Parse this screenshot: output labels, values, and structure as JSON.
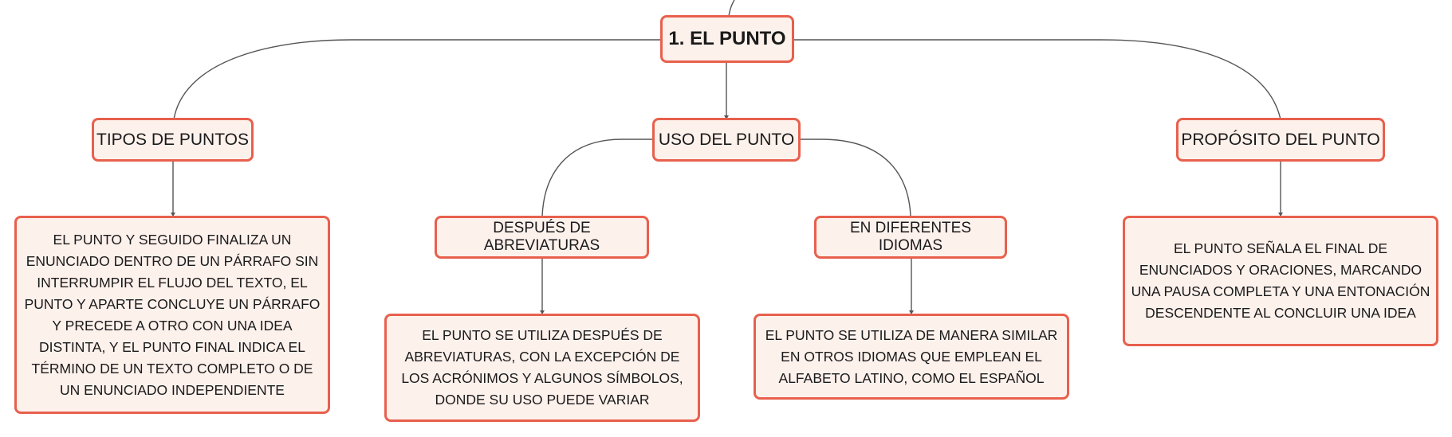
{
  "diagram": {
    "root": {
      "label": "1. EL PUNTO"
    },
    "branches": [
      {
        "label": "TIPOS DE PUNTOS",
        "children": [
          {
            "text": "EL PUNTO Y SEGUIDO FINALIZA UN ENUNCIADO DENTRO DE UN PÁRRAFO SIN INTERRUMPIR EL FLUJO DEL TEXTO, EL PUNTO Y APARTE CONCLUYE UN PÁRRAFO Y PRECEDE A OTRO CON UNA IDEA DISTINTA, Y EL PUNTO FINAL INDICA EL TÉRMINO DE UN TEXTO COMPLETO O DE UN ENUNCIADO INDEPENDIENTE"
          }
        ]
      },
      {
        "label": "USO DEL PUNTO",
        "children": [
          {
            "label": "DESPUÉS DE ABREVIATURAS",
            "detail": "EL PUNTO SE UTILIZA DESPUÉS DE ABREVIATURAS, CON LA EXCEPCIÓN DE LOS ACRÓNIMOS Y ALGUNOS SÍMBOLOS, DONDE SU USO PUEDE VARIAR"
          },
          {
            "label": "EN DIFERENTES IDIOMAS",
            "detail": "EL PUNTO SE UTILIZA DE MANERA SIMILAR EN OTROS IDIOMAS QUE EMPLEAN EL ALFABETO LATINO, COMO EL ESPAÑOL"
          }
        ]
      },
      {
        "label": "PROPÓSITO DEL PUNTO",
        "children": [
          {
            "text": "EL PUNTO SEÑALA EL FINAL DE ENUNCIADOS Y ORACIONES, MARCANDO UNA PAUSA COMPLETA Y UNA ENTONACIÓN DESCENDENTE AL CONCLUIR UNA IDEA"
          }
        ]
      }
    ],
    "colors": {
      "node_border": "#e8604d",
      "node_fill": "#fdf1ec",
      "connector": "#555555"
    }
  }
}
